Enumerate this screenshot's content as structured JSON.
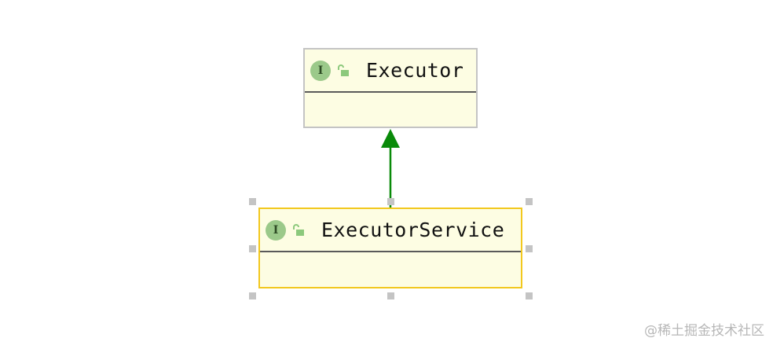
{
  "diagram": {
    "type": "uml-class-diagram",
    "nodes": [
      {
        "id": "executor",
        "name": "Executor",
        "kind_badge": "I",
        "kind": "interface",
        "visibility_icon": "unlocked-lock-icon",
        "selected": false
      },
      {
        "id": "executorservice",
        "name": "ExecutorService",
        "kind_badge": "I",
        "kind": "interface",
        "visibility_icon": "unlocked-lock-icon",
        "selected": true
      }
    ],
    "edges": [
      {
        "from": "executorservice",
        "to": "executor",
        "relation": "extends",
        "color": "#098a09"
      }
    ]
  },
  "colors": {
    "node_fill": "#fdfde3",
    "node_border": "#c4c4c4",
    "selected_border": "#f2c81e",
    "badge_fill": "#9bc98a",
    "lock_green": "#8cc97c",
    "arrow_green": "#098a09",
    "handle_gray": "#c4c4c4"
  },
  "watermark": "@稀土掘金技术社区"
}
